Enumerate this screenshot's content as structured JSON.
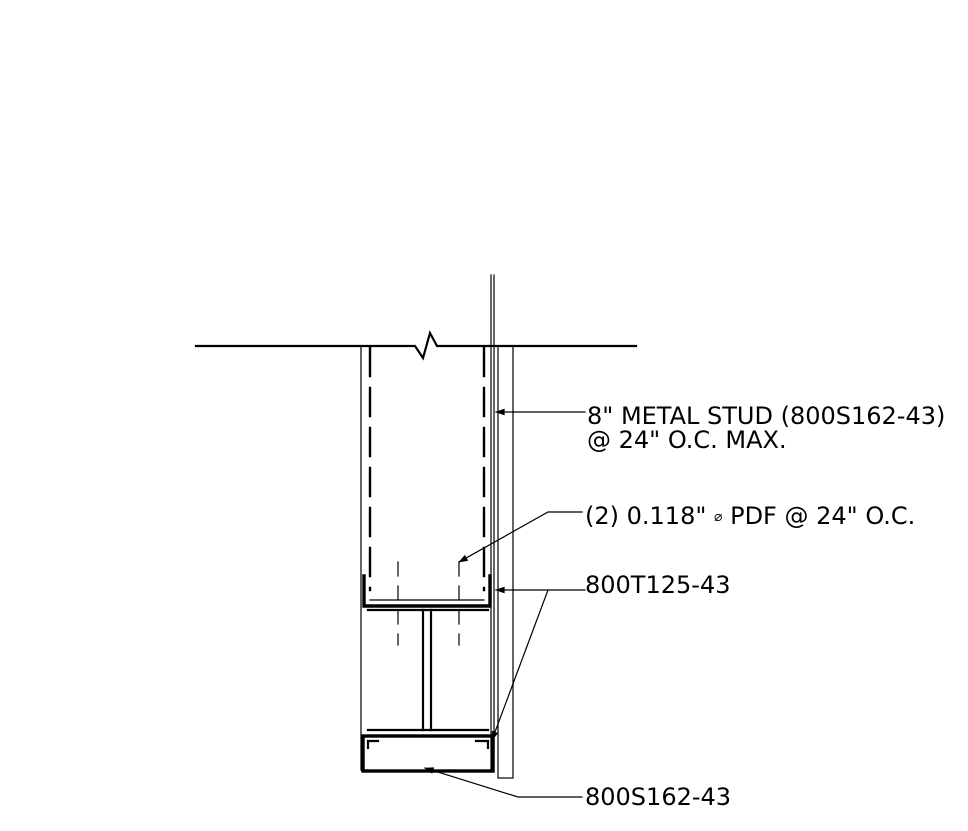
{
  "notes": {
    "stud_line1": "8\" METAL STUD (800S162-43)",
    "stud_line2": "@ 24\" O.C. MAX.",
    "pdf_qty": "(2) 0.118\"",
    "pdf_dia_symbol": "⌀",
    "pdf_rest": "PDF @ 24\" O.C.",
    "track": "800T125-43",
    "bottom_stud": "800S162-43"
  }
}
